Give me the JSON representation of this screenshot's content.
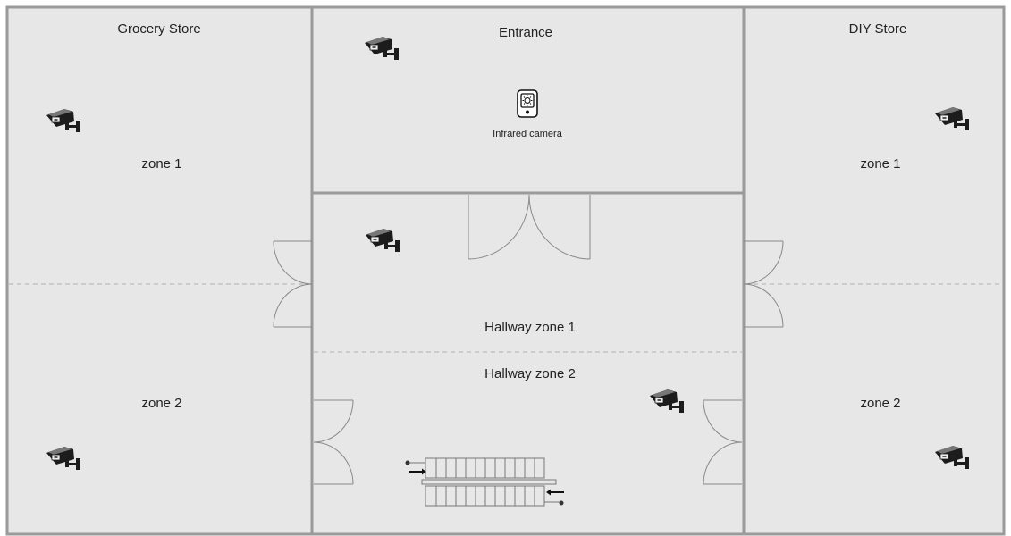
{
  "rooms": {
    "grocery": {
      "title": "Grocery Store",
      "zone1": "zone 1",
      "zone2": "zone 2"
    },
    "entrance": {
      "title": "Entrance",
      "device_label": "Infrared camera",
      "device_icon": "infrared-camera-icon"
    },
    "diy": {
      "title": "DIY Store",
      "zone1": "zone 1",
      "zone2": "zone 2"
    },
    "hallway": {
      "zone1": "Hallway zone 1",
      "zone2": "Hallway zone 2"
    }
  },
  "icons": {
    "camera": "cctv-camera-icon",
    "door": "door-icon",
    "escalator": "escalator-icon"
  },
  "colors": {
    "floor": "#e7e7e7",
    "wall": "#9a9a9a",
    "zone_divider": "#bbbbbb",
    "ink": "#222222"
  }
}
